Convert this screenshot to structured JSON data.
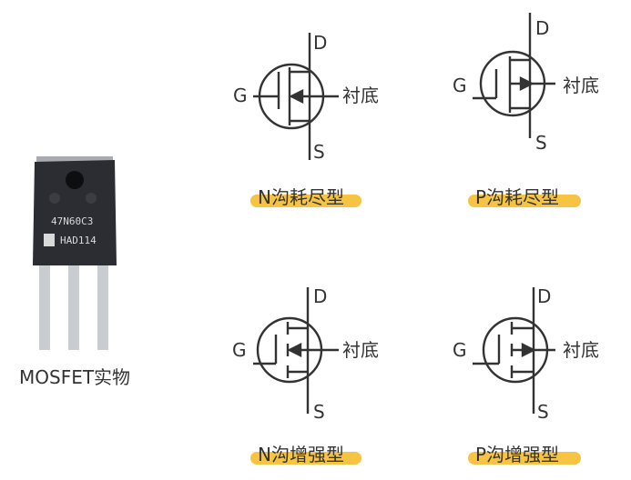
{
  "photo": {
    "caption": "MOSFET实物",
    "chip_lines": [
      "47N60C3",
      "HAD114"
    ]
  },
  "symbols": [
    {
      "id": "n-depletion",
      "caption": "N沟耗尽型",
      "gate": "G",
      "drain": "D",
      "source": "S",
      "substrate": "衬底"
    },
    {
      "id": "p-depletion",
      "caption": "P沟耗尽型",
      "gate": "G",
      "drain": "D",
      "source": "S",
      "substrate": "衬底"
    },
    {
      "id": "n-enhancement",
      "caption": "N沟增强型",
      "gate": "G",
      "drain": "D",
      "source": "S",
      "substrate": "衬底"
    },
    {
      "id": "p-enhancement",
      "caption": "P沟增强型",
      "gate": "G",
      "drain": "D",
      "source": "S",
      "substrate": "衬底"
    }
  ],
  "colors": {
    "line": "#333333",
    "highlight": "#f6c442",
    "chip_body": "#2b2d33",
    "tab": "#a8abb0",
    "leg": "#c9ccd0"
  }
}
